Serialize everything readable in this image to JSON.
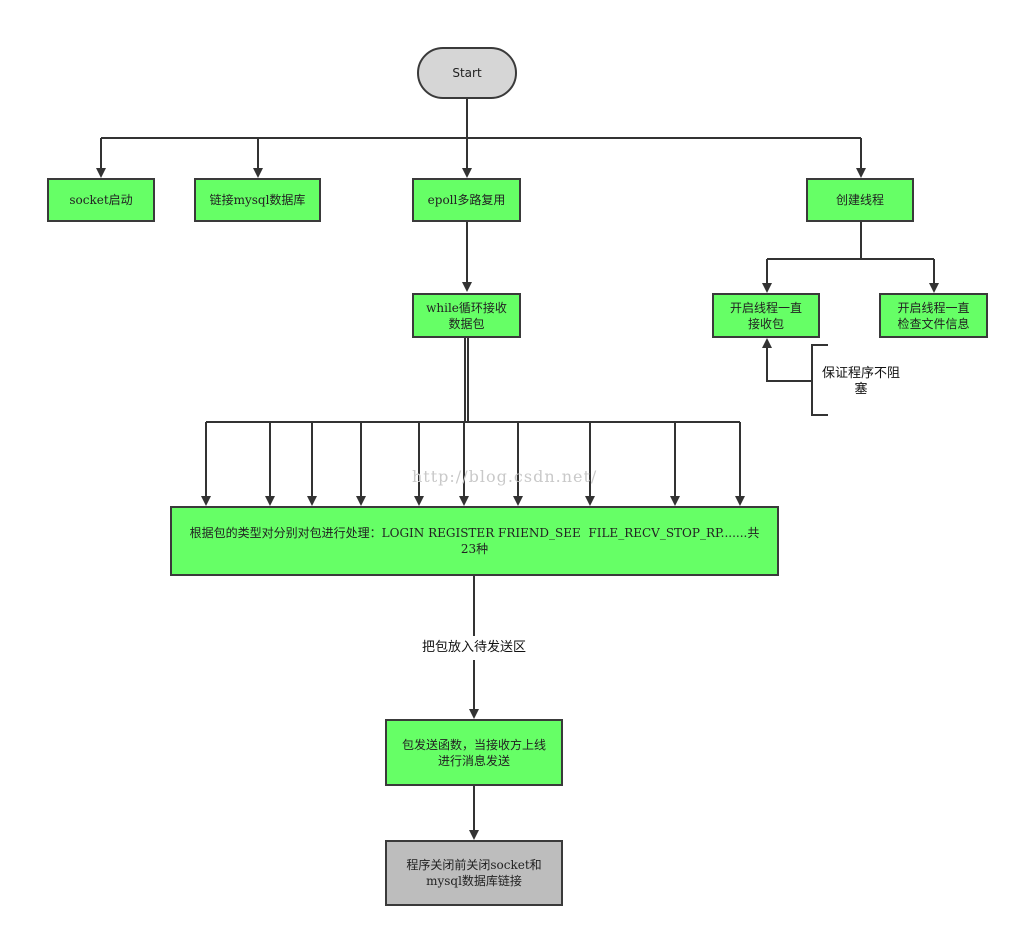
{
  "nodes": {
    "start": "Start",
    "socket_start": "socket启动",
    "link_mysql": "链接mysql数据库",
    "epoll": "epoll多路复用",
    "create_thread": "创建线程",
    "while_loop": "while循环接收\n数据包",
    "thread_recv": "开启线程一直\n接收包",
    "thread_check": "开启线程一直\n检查文件信息",
    "process_packet": "根据包的类型对分别对包进行处理：LOGIN REGISTER FRIEND_SEE  FILE_RECV_STOP_RP.......共\n23种",
    "send_func": "包发送函数，当接收方上线\n进行消息发送",
    "close_links": "程序关闭前关闭socket和\nmysql数据库链接"
  },
  "labels": {
    "non_blocking": "保证程序不阻\n塞",
    "put_packet": "把包放入待发送区"
  },
  "watermark": "http://blog.csdn.net/",
  "colors": {
    "process": "#66ff66",
    "terminal": "#bdbdbd",
    "start": "#d6d6d6",
    "line": "#333333"
  }
}
